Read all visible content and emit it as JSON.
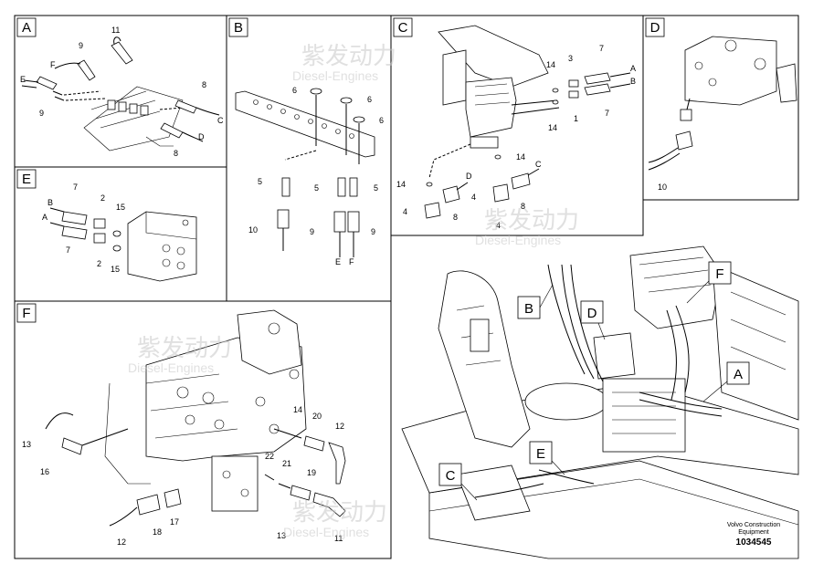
{
  "panels": {
    "A": {
      "tag": "A",
      "labels": {
        "n9a": "9",
        "n11": "11",
        "F": "F",
        "E": "E",
        "n9b": "9",
        "n8a": "8",
        "C": "C",
        "D": "D",
        "n8b": "8"
      }
    },
    "B": {
      "tag": "B",
      "labels": {
        "n6a": "6",
        "n6b": "6",
        "n6c": "6",
        "n5a": "5",
        "n5b": "5",
        "n5c": "5",
        "n10": "10",
        "n9a": "9",
        "n9b": "9",
        "E": "E",
        "F": "F"
      }
    },
    "C": {
      "tag": "C",
      "labels": {
        "n14a": "14",
        "n3": "3",
        "n7a": "7",
        "A": "A",
        "B": "B",
        "n14b": "14",
        "n1": "1",
        "n7b": "7",
        "n14c": "14",
        "n14d": "14",
        "D": "D",
        "C": "C",
        "n4a": "4",
        "n8a": "8",
        "n4b": "4",
        "n8b": "8",
        "n4c": "4"
      }
    },
    "D": {
      "tag": "D",
      "labels": {
        "n10": "10"
      }
    },
    "E": {
      "tag": "E",
      "labels": {
        "n7a": "7",
        "B": "B",
        "n2a": "2",
        "n15a": "15",
        "A": "A",
        "n7b": "7",
        "n2b": "2",
        "n15b": "15"
      }
    },
    "F": {
      "tag": "F",
      "labels": {
        "n14": "14",
        "n20": "20",
        "n12a": "12",
        "n13a": "13",
        "n16": "16",
        "n22": "22",
        "n21": "21",
        "n19": "19",
        "n17": "17",
        "n18": "18",
        "n12b": "12",
        "n13b": "13",
        "n11": "11"
      }
    }
  },
  "overview": {
    "callouts": {
      "B": "B",
      "D": "D",
      "F": "F",
      "A": "A",
      "E": "E",
      "C": "C"
    }
  },
  "footer": {
    "maker": "Volvo Construction Equipment",
    "number": "1034545"
  },
  "watermark": {
    "brand": "紫发动力",
    "sub": "Diesel-Engines"
  }
}
